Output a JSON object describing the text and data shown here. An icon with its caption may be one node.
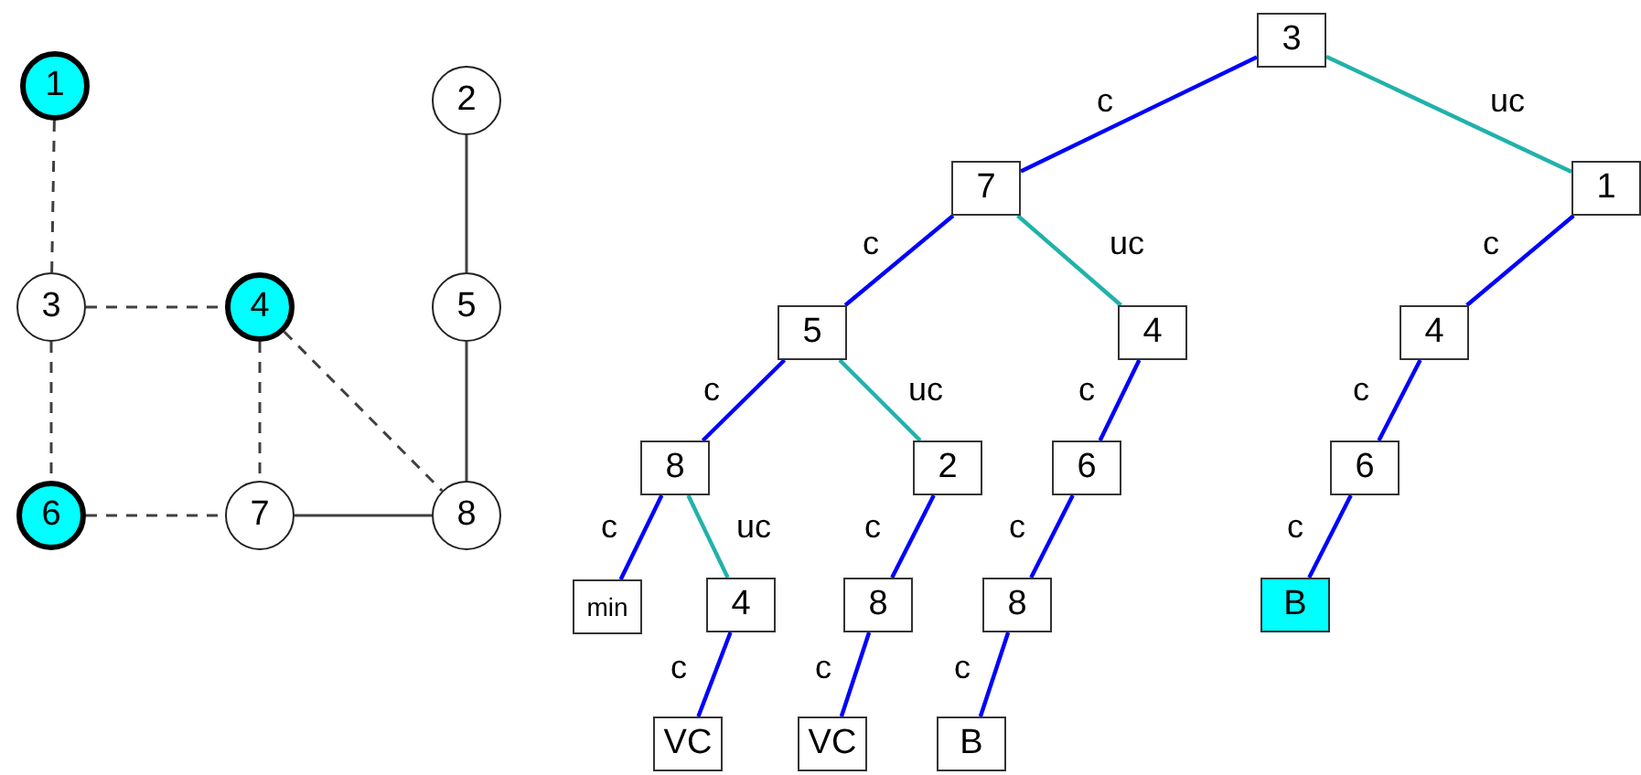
{
  "diagram": {
    "nodes": [
      {
        "text": [
          "1"
        ]
      },
      {
        "text": [
          "2"
        ]
      },
      {
        "text": [
          "3"
        ]
      },
      {
        "text": [
          "4"
        ]
      },
      {
        "text": [
          "5"
        ]
      },
      {
        "text": [
          "6"
        ]
      },
      {
        "text": [
          "7"
        ]
      },
      {
        "text": [
          "8"
        ]
      },
      {
        "text": [
          "3"
        ]
      },
      {
        "text": [
          "7"
        ]
      },
      {
        "text": [
          "1"
        ]
      },
      {
        "text": [
          "5"
        ]
      },
      {
        "text": [
          "4"
        ]
      },
      {
        "text": [
          "4"
        ]
      },
      {
        "text": [
          "8"
        ]
      },
      {
        "text": [
          "2"
        ]
      },
      {
        "text": [
          "6"
        ]
      },
      {
        "text": [
          "6"
        ]
      },
      {
        "text": [
          "min"
        ]
      },
      {
        "text": [
          "4"
        ]
      },
      {
        "text": [
          "8"
        ]
      },
      {
        "text": [
          "8"
        ]
      },
      {
        "text": [
          "B"
        ]
      },
      {
        "text": [
          "VC"
        ]
      },
      {
        "text": [
          "VC"
        ]
      },
      {
        "text": [
          "B"
        ]
      }
    ],
    "edges": [
      {
        "from": 0,
        "to": 2,
        "arrow": "none",
        "style": "dashed",
        "color": "#404040"
      },
      {
        "from": 2,
        "to": 3,
        "arrow": "none",
        "style": "dashed",
        "color": "#404040"
      },
      {
        "from": 2,
        "to": 5,
        "arrow": "none",
        "style": "dashed",
        "color": "#404040"
      },
      {
        "from": 3,
        "to": 6,
        "arrow": "none",
        "style": "dashed",
        "color": "#404040"
      },
      {
        "from": 3,
        "to": 7,
        "arrow": "none",
        "style": "dashed",
        "color": "#404040"
      },
      {
        "from": 5,
        "to": 6,
        "arrow": "none",
        "style": "dashed",
        "color": "#404040"
      },
      {
        "from": 6,
        "to": 7,
        "arrow": "none",
        "color": "#404040"
      },
      {
        "from": 1,
        "to": 4,
        "arrow": "none",
        "color": "#404040"
      },
      {
        "from": 4,
        "to": 7,
        "arrow": "none",
        "color": "#404040"
      },
      {
        "from": 8,
        "to": 9,
        "arrow": "none",
        "label": "c"
      },
      {
        "from": 8,
        "to": 10,
        "arrow": "none",
        "label": "uc",
        "color": "#20b2aa"
      },
      {
        "from": 9,
        "to": 11,
        "arrow": "none",
        "label": "c"
      },
      {
        "from": 9,
        "to": 12,
        "arrow": "none",
        "label": "uc",
        "color": "#20b2aa"
      },
      {
        "from": 10,
        "to": 13,
        "arrow": "none",
        "label": "c"
      },
      {
        "from": 11,
        "to": 14,
        "arrow": "none",
        "label": "c"
      },
      {
        "from": 11,
        "to": 15,
        "arrow": "none",
        "label": "uc",
        "color": "#20b2aa"
      },
      {
        "from": 12,
        "to": 16,
        "arrow": "none",
        "label": "c"
      },
      {
        "from": 13,
        "to": 17,
        "arrow": "none",
        "label": "c"
      },
      {
        "from": 14,
        "to": 18,
        "arrow": "none",
        "label": "c"
      },
      {
        "from": 14,
        "to": 19,
        "arrow": "none",
        "label": "uc",
        "color": "#20b2aa"
      },
      {
        "from": 15,
        "to": 20,
        "arrow": "none",
        "label": "c"
      },
      {
        "from": 16,
        "to": 21,
        "arrow": "none",
        "label": "c"
      },
      {
        "from": 17,
        "to": 22,
        "arrow": "none",
        "label": "c"
      },
      {
        "from": 19,
        "to": 23,
        "arrow": "none",
        "label": "c"
      },
      {
        "from": 20,
        "to": 24,
        "arrow": "none",
        "label": "c"
      },
      {
        "from": 21,
        "to": 25,
        "arrow": "none",
        "label": "c"
      }
    ]
  }
}
